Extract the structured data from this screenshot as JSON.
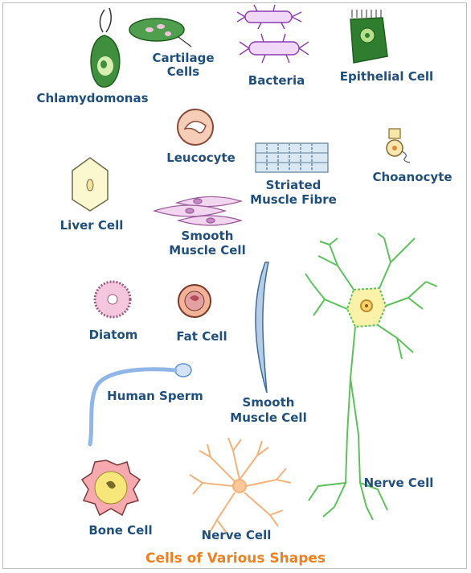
{
  "labels": {
    "chlamydomonas": "Chlamydomonas",
    "cartilage_cells": [
      "Cartilage",
      "Cells"
    ],
    "bacteria": "Bacteria",
    "epithelial_cell": "Epithelial Cell",
    "leucocyte": "Leucocyte",
    "striated_muscle_fibre": [
      "Striated",
      "Muscle Fibre"
    ],
    "choanocyte": "Choanocyte",
    "liver_cell": "Liver Cell",
    "smooth_muscle_cell_top": [
      "Smooth",
      "Muscle Cell"
    ],
    "diatom": "Diatom",
    "fat_cell": "Fat Cell",
    "human_sperm": "Human Sperm",
    "smooth_muscle_cell_mid": [
      "Smooth",
      "Muscle Cell"
    ],
    "nerve_cell_right": "Nerve Cell",
    "bone_cell": "Bone Cell",
    "nerve_cell_bottom": "Nerve Cell"
  },
  "caption": "Cells of Various Shapes",
  "colors": {
    "label_text": "#1f4f7a",
    "caption_text": "#f0801e",
    "green_cell": "#3a8a3a",
    "bacteria": "#8a3ab0",
    "nerve": "#5cc25c",
    "nerve_orange": "#f4b27a"
  }
}
